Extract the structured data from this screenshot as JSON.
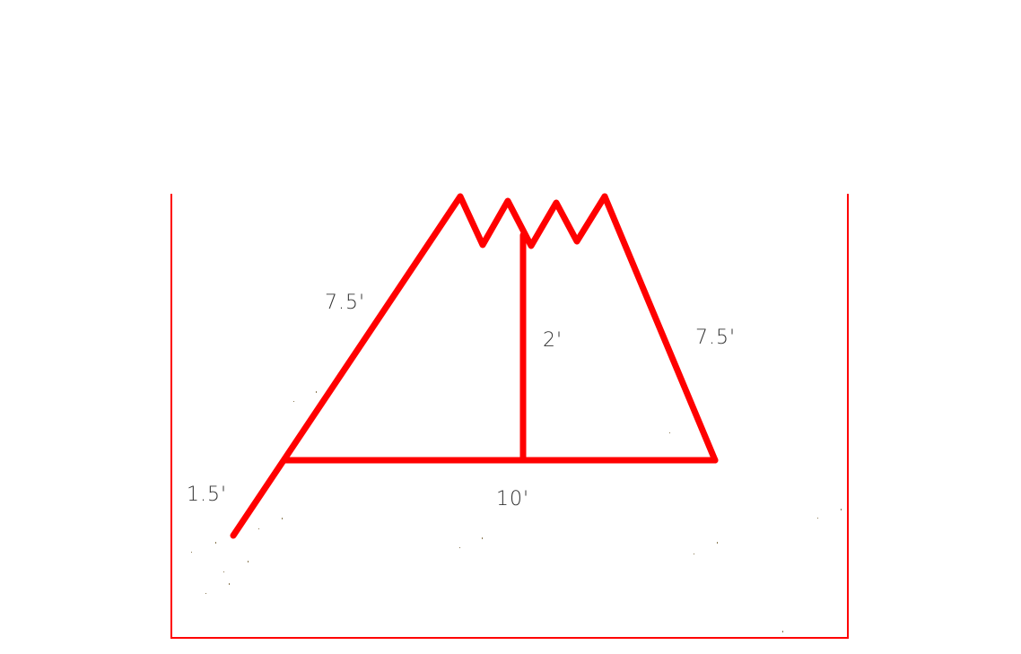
{
  "colors": {
    "stroke": "#ff0000",
    "frame": "#ff0000",
    "text": "#333333",
    "background": "#ffffff"
  },
  "labels": {
    "left_slope": "7.5'",
    "right_slope": "7.5'",
    "height": "2'",
    "base": "10'",
    "extension": "1.5'"
  }
}
